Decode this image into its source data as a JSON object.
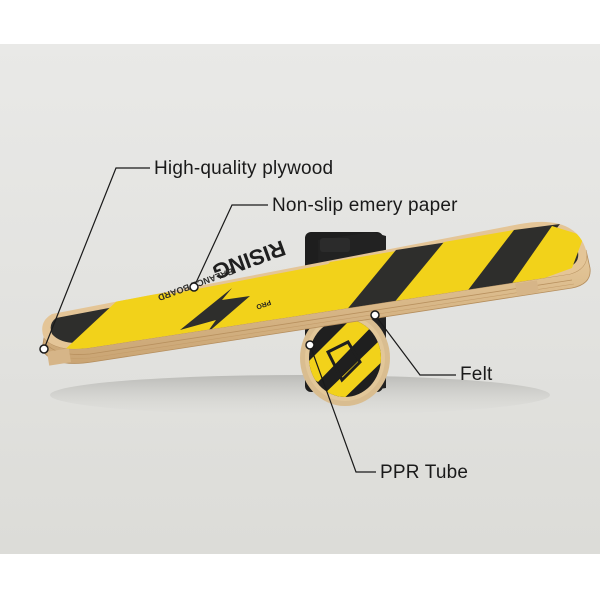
{
  "annotations": {
    "plywood": "High-quality plywood",
    "emery": "Non-slip emery paper",
    "felt": "Felt",
    "ppr_tube": "PPR Tube"
  },
  "board_print": {
    "brand": "RISING",
    "sub": "PRO",
    "product": "BALANCE BOARD"
  },
  "colors": {
    "backdrop": "#e4e4e1",
    "grip_yellow": "#f2d21a",
    "grip_black": "#2e2e2c",
    "plywood": "#d9b98a",
    "callout_line": "#1a1a1a"
  }
}
